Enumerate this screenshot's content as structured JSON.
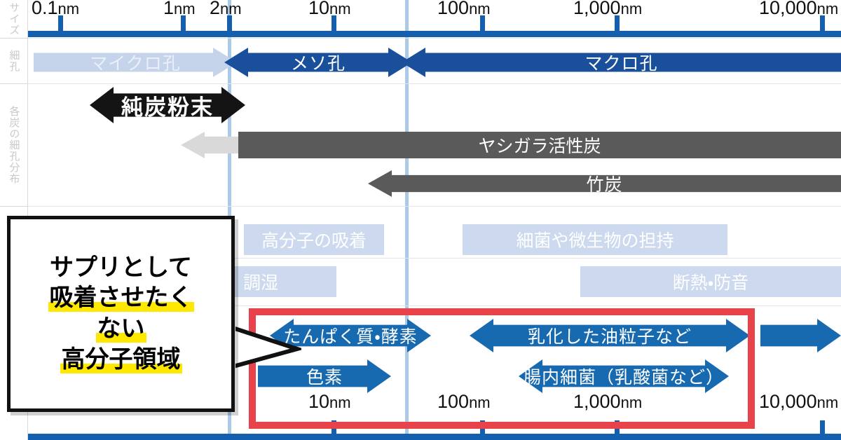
{
  "axis": {
    "top_ticks": [
      {
        "label": "0.1",
        "unit": "nm"
      },
      {
        "label": "1",
        "unit": "nm"
      },
      {
        "label": "2",
        "unit": "nm"
      },
      {
        "label": "10",
        "unit": "nm"
      },
      {
        "label": "100",
        "unit": "nm"
      },
      {
        "label": "1,000",
        "unit": "nm"
      },
      {
        "label": "10,000",
        "unit": "nm"
      }
    ],
    "bottom_ticks": [
      {
        "label": "10",
        "unit": "nm"
      },
      {
        "label": "100",
        "unit": "nm"
      },
      {
        "label": "1,000",
        "unit": "nm"
      },
      {
        "label": "10,000",
        "unit": "nm"
      }
    ]
  },
  "gutter": {
    "size": "サイズ",
    "pores": "細孔",
    "distribution": "各炭の細孔分布"
  },
  "pores": [
    {
      "name": "micropore",
      "label": "マイクロ孔",
      "color": "#c5d4ea"
    },
    {
      "name": "mesopore",
      "label": "メソ孔",
      "color": "#1a4f9c"
    },
    {
      "name": "macropore",
      "label": "マクロ孔",
      "color": "#1a4f9c"
    }
  ],
  "charcoals": [
    {
      "name": "pure-charcoal-powder",
      "label": "純炭粉末",
      "color": "#141414"
    },
    {
      "name": "coconut-shell-activated-carbon",
      "label": "ヤシガラ活性炭",
      "color": "#5a5a5a",
      "tail_color": "#d9d9d9"
    },
    {
      "name": "bamboo-charcoal",
      "label": "竹炭",
      "color": "#5a5a5a"
    }
  ],
  "applications": [
    {
      "name": "polymer-adsorption",
      "label": "高分子の吸着",
      "color": "#ccd9ee"
    },
    {
      "name": "microbe-support",
      "label": "細菌や微生物の担持",
      "color": "#ccd9ee"
    },
    {
      "name": "humidity-control",
      "label": "調湿",
      "color": "#ccd9ee"
    },
    {
      "name": "insulation-soundproofing",
      "label": "断熱・防音",
      "color": "#ccd9ee"
    }
  ],
  "targets": [
    {
      "name": "protein-enzyme",
      "label": "たんぱく質・酵素",
      "color": "#1769b0"
    },
    {
      "name": "emulsified-oil-particles",
      "label": "乳化した油粒子など",
      "color": "#1769b0"
    },
    {
      "name": "pigment",
      "label": "色素",
      "color": "#1769b0"
    },
    {
      "name": "gut-bacteria",
      "label": "腸内細菌（乳酸菌など）",
      "color": "#1769b0"
    }
  ],
  "callout": {
    "line1": "サプリとして",
    "line2a": "吸着させたく",
    "line3": "ない",
    "line4": "高分子領域"
  },
  "colors": {
    "axis_blue": "#1560ae",
    "guide_blue": "#8fb8e0",
    "highlight_red": "#e8434b",
    "highlight_yellow": "#ffe800",
    "pale_blue": "#ccd9ee",
    "dark_blue": "#1a4f9c",
    "mid_blue": "#1769b0",
    "gray_bar": "#5a5a5a",
    "black_bar": "#141414"
  }
}
